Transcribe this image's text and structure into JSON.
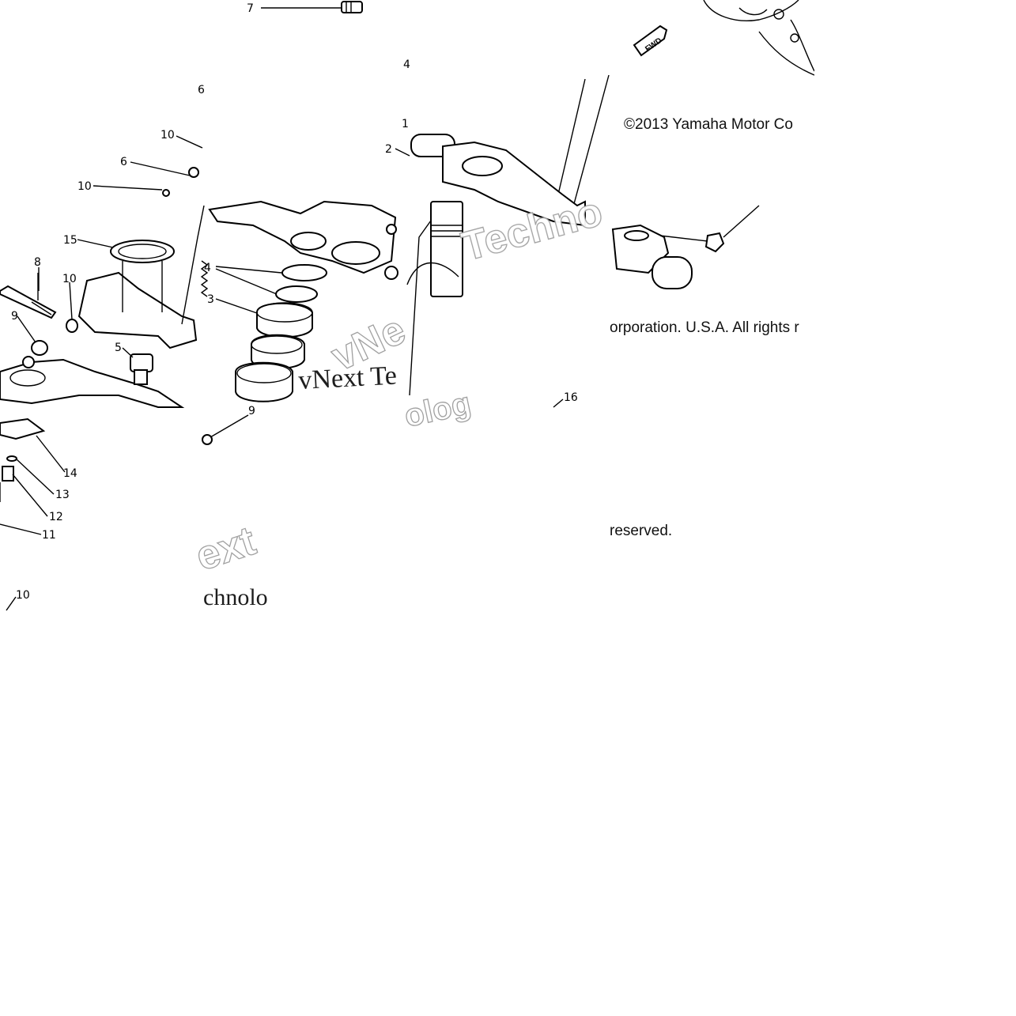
{
  "copyright": {
    "line1": "©2013 Yamaha Motor Co",
    "line2": "orporation. U.S.A. All rights r",
    "line3": "reserved."
  },
  "fwd_label": "FWD",
  "watermark": {
    "a": "Techno",
    "b": "vNext Te",
    "c": "ext",
    "d": "chnolo",
    "e": "vNe",
    "f": "olog"
  },
  "callouts": {
    "c7": "7",
    "c6_top": "6",
    "c10_a": "10",
    "c6": "6",
    "c10_b": "10",
    "c15": "15",
    "c8": "8",
    "c10_c": "10",
    "c9_a": "9",
    "c5": "5",
    "c4": "4",
    "c3": "3",
    "c9_b": "9",
    "c1": "1",
    "c2": "2",
    "c14": "14",
    "c13": "13",
    "c12": "12",
    "c11": "11",
    "c10_d": "10",
    "c16": "16",
    "c4_top": "4"
  }
}
